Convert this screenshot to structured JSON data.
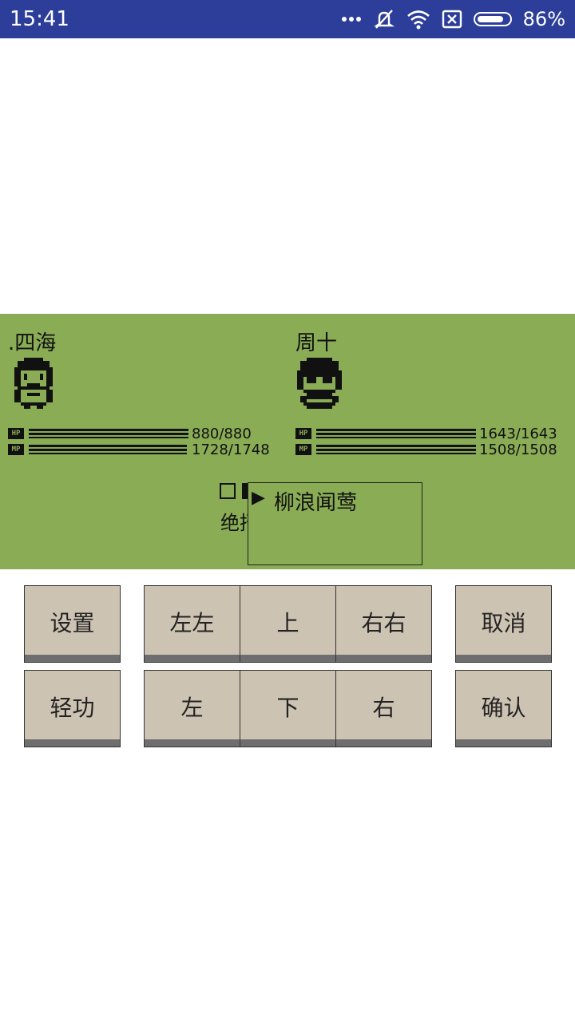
{
  "status_bar": {
    "time": "15:41",
    "icons": [
      "more-dots-icon",
      "mute-icon",
      "wifi-icon",
      "sim-x-icon",
      "battery-icon"
    ],
    "battery_percent": "86%",
    "battery_level": 0.86
  },
  "battle": {
    "player": {
      "name": ".四海",
      "hp_text": "880/880",
      "hp_level": 1.0,
      "mp_text": "1728/1748",
      "mp_level": 0.989
    },
    "enemy": {
      "name": "周十",
      "hp_text": "1643/1643",
      "hp_level": 1.0,
      "mp_text": "1508/1508",
      "mp_level": 1.0
    },
    "stat_tags": {
      "hp": "HP",
      "mp": "MP"
    },
    "command_label": "绝招",
    "submenu_items": [
      "柳浪闻莺"
    ],
    "colors": {
      "screen": "#89ac55",
      "ink": "#111111"
    }
  },
  "keypad": {
    "settings": "设置",
    "qinggong": "轻功",
    "left_left": "左左",
    "up": "上",
    "right_right": "右右",
    "left": "左",
    "down": "下",
    "right": "右",
    "cancel": "取消",
    "confirm": "确认",
    "colors": {
      "key": "#cdc3b2",
      "key_shadow": "#6e6e6e"
    }
  }
}
